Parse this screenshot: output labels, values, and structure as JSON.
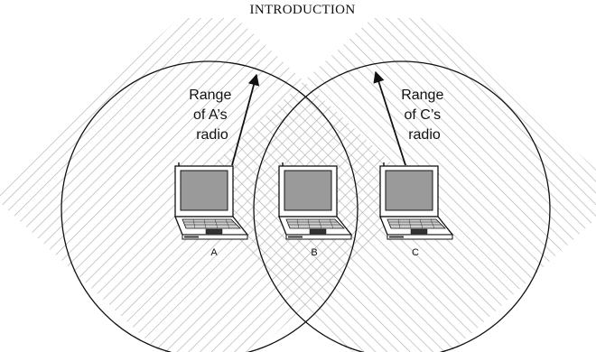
{
  "header": {
    "title": "INTRODUCTION"
  },
  "nodes": [
    {
      "id": "a",
      "label": "A",
      "range_label": [
        "Range",
        "of A’s",
        "radio"
      ]
    },
    {
      "id": "b",
      "label": "B"
    },
    {
      "id": "c",
      "label": "C",
      "range_label": [
        "Range",
        "of C’s",
        "radio"
      ]
    }
  ],
  "colors": {
    "stroke": "#111111",
    "hatch": "#b5b5b5",
    "screen": "#9a9a9a",
    "laptop_body": "#ffffff"
  }
}
